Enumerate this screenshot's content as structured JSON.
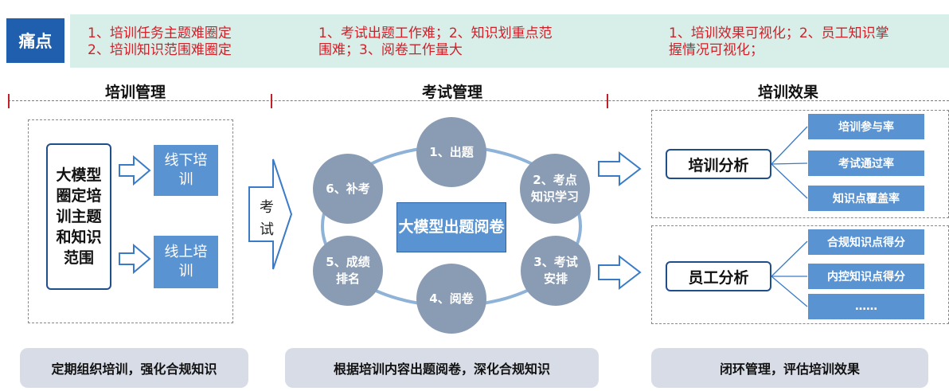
{
  "pain": {
    "tag": "痛点",
    "col1_line1": "1、培训任务主题难圈定",
    "col1_line2": "2、培训知识范围难圈定",
    "col2_line1": "1、考试出题工作难；2、知识划重点范",
    "col2_line2": "围难；3、阅卷工作量大",
    "col3_line1": "1、培训效果可视化；2、员工知识掌",
    "col3_line2": "握情况可视化；"
  },
  "sections": {
    "training_mgmt": "培训管理",
    "exam_mgmt": "考试管理",
    "training_effect": "培训效果"
  },
  "left": {
    "main_card": "大模型圈定培训主题和知识范围",
    "offline": "线下培训",
    "online": "线上培训",
    "summary": "定期组织培训，强化合规知识"
  },
  "middle": {
    "input_label": "考试",
    "center": "大模型出题阅卷",
    "steps": [
      "1、出题",
      "2、考点知识学习",
      "3、考试安排",
      "4、阅卷",
      "5、成绩排名",
      "6、补考"
    ],
    "summary": "根据培训内容出题阅卷，深化合规知识"
  },
  "right": {
    "training_analysis": "培训分析",
    "training_metrics": [
      "培训参与率",
      "考试通过率",
      "知识点覆盖率"
    ],
    "employee_analysis": "员工分析",
    "employee_metrics": [
      "合规知识点得分",
      "内控知识点得分",
      "……"
    ],
    "summary": "闭环管理，评估培训效果"
  },
  "colors": {
    "accent_blue": "#5a93d2",
    "dark_blue": "#1f5fae",
    "pain_text": "#d0202a",
    "pain_band": "#d8efe9",
    "circle_gray": "#8a9cb4"
  }
}
